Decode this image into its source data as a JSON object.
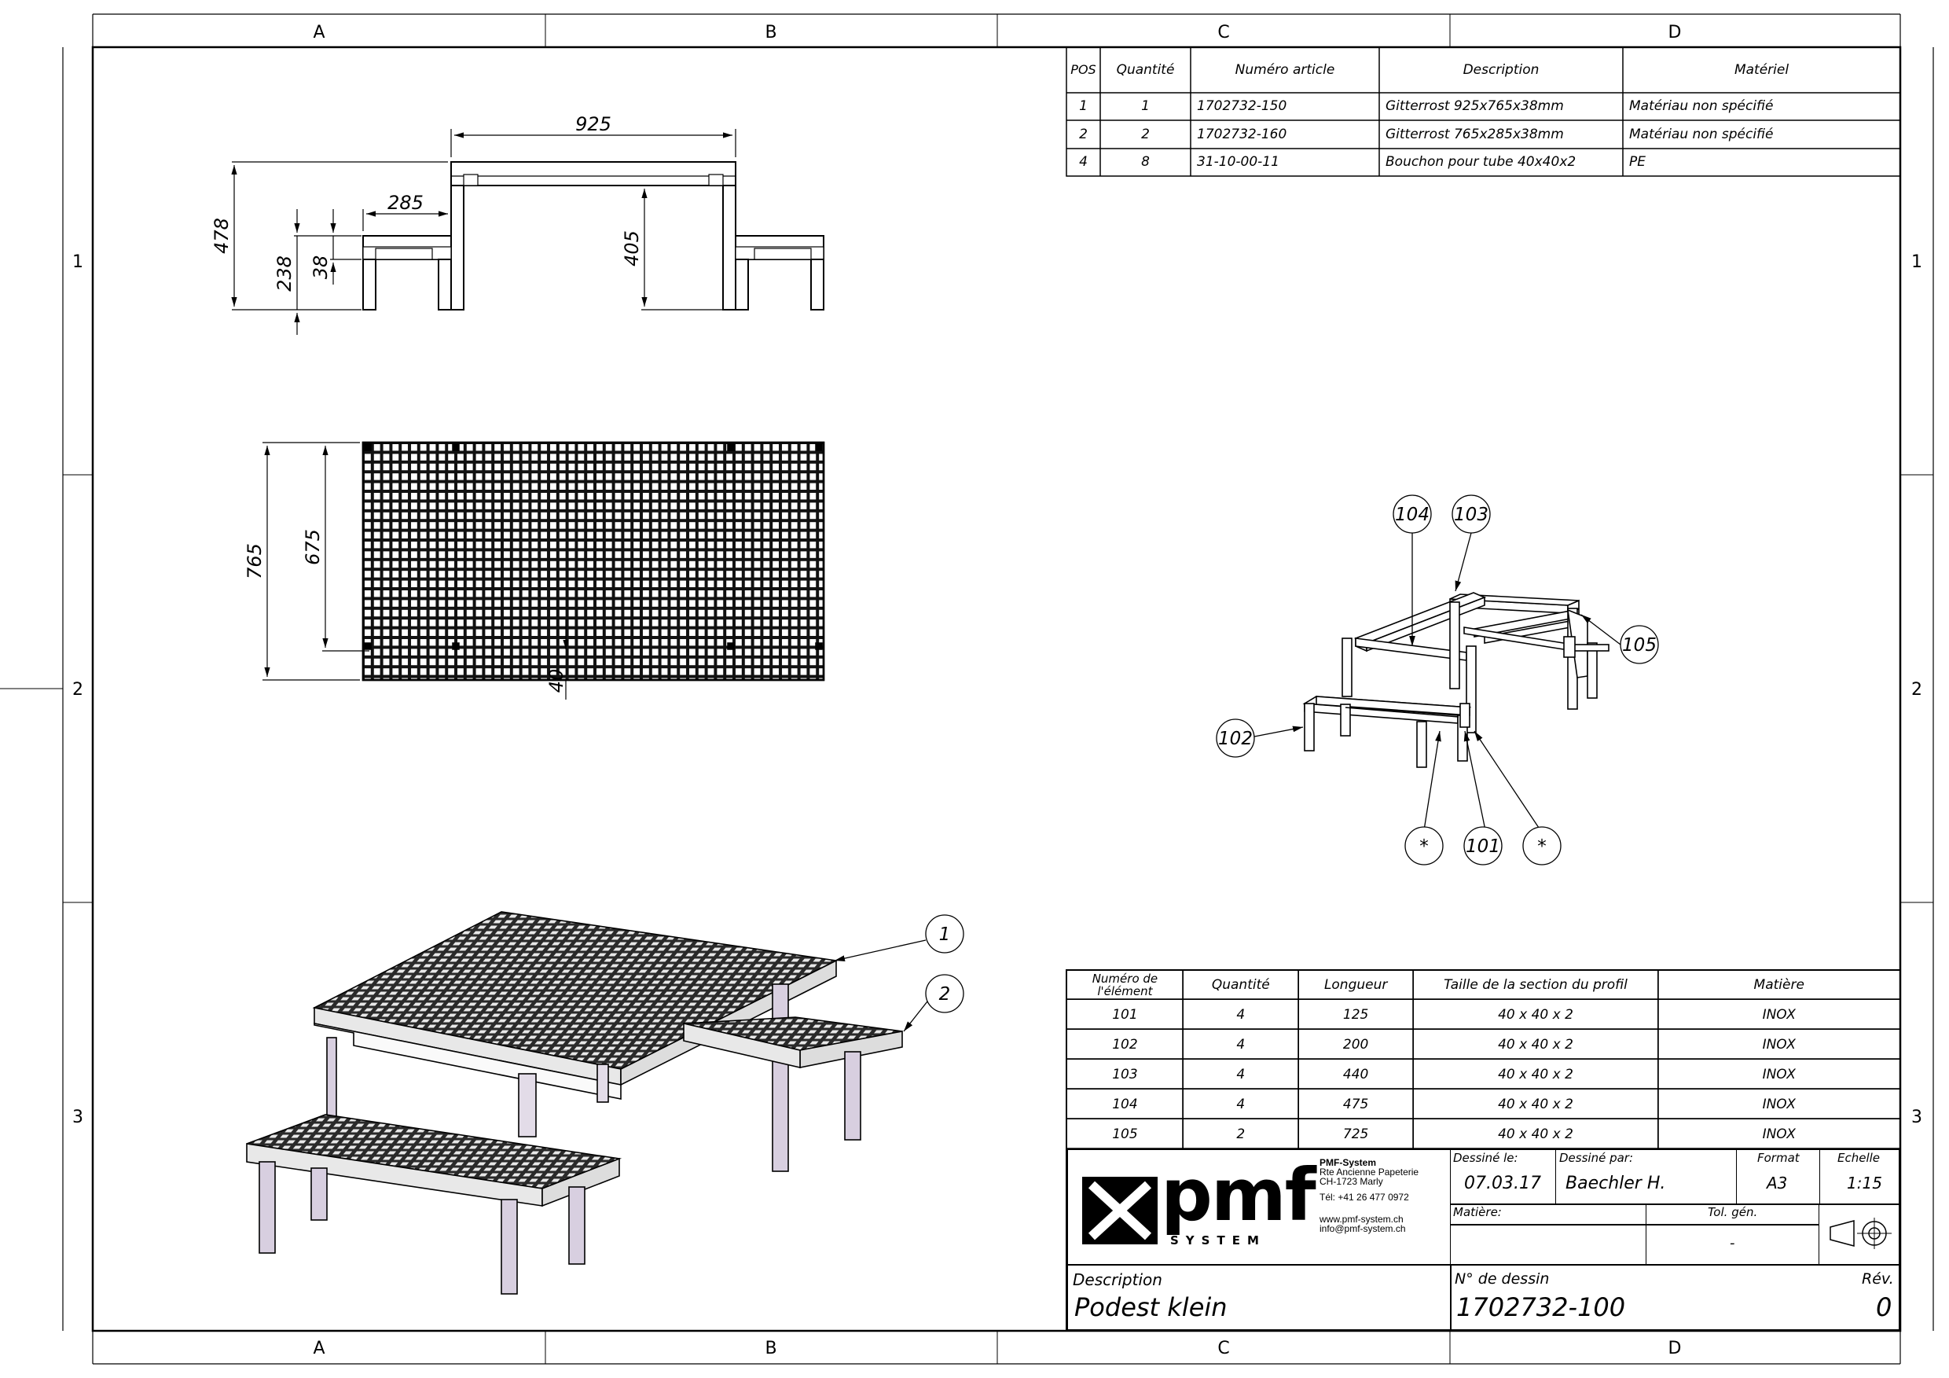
{
  "zones": {
    "columns": [
      "A",
      "B",
      "C",
      "D"
    ],
    "rows": [
      "1",
      "2",
      "3"
    ]
  },
  "views": {
    "side": {
      "d925": "925",
      "d285": "285",
      "d478": "478",
      "d238": "238",
      "d38": "38",
      "d405": "405"
    },
    "top": {
      "d765": "765",
      "d675": "675",
      "d40": "40"
    }
  },
  "balloons": {
    "iso": [
      "1",
      "2"
    ],
    "frame": [
      "104",
      "103",
      "105",
      "102",
      "*",
      "101",
      "*"
    ]
  },
  "bom": {
    "headers": [
      "POS",
      "Quantité",
      "Numéro article",
      "Description",
      "Matériel"
    ],
    "rows": [
      [
        "1",
        "1",
        "1702732-150",
        "Gitterrost 925x765x38mm",
        "Matériau non spécifié"
      ],
      [
        "2",
        "2",
        "1702732-160",
        "Gitterrost 765x285x38mm",
        "Matériau non spécifié"
      ],
      [
        "4",
        "8",
        "31-10-00-11",
        "Bouchon pour tube 40x40x2",
        "PE"
      ]
    ]
  },
  "cutlist": {
    "headers": [
      "Numéro de l'élément",
      "Quantité",
      "Longueur",
      "Taille  de la section du profil",
      "Matière"
    ],
    "rows": [
      [
        "101",
        "4",
        "125",
        "40 x 40 x 2",
        "INOX"
      ],
      [
        "102",
        "4",
        "200",
        "40 x 40 x 2",
        "INOX"
      ],
      [
        "103",
        "4",
        "440",
        "40 x 40 x 2",
        "INOX"
      ],
      [
        "104",
        "4",
        "475",
        "40 x 40 x 2",
        "INOX"
      ],
      [
        "105",
        "2",
        "725",
        "40 x 40 x 2",
        "INOX"
      ]
    ]
  },
  "title_block": {
    "logo_text": "pmf",
    "logo_sub": "SYSTEM",
    "company": "PMF-System",
    "address1": "Rte Ancienne Papeterie",
    "address2": "CH-1723 Marly",
    "phone": "Tél:  +41 26 477 0972",
    "web": "www.pmf-system.ch",
    "email": "info@pmf-system.ch",
    "drawn_on_label": "Dessiné le:",
    "drawn_on": "07.03.17",
    "drawn_by_label": "Dessiné par:",
    "drawn_by": "Baechler H.",
    "format_label": "Format",
    "format": "A3",
    "scale_label": "Echelle",
    "scale": "1:15",
    "material_label": "Matière:",
    "tolerance_label": "Tol. gén.",
    "tolerance": "-",
    "description_label": "Description",
    "description": "Podest klein",
    "drawing_no_label": "N° de dessin",
    "drawing_no": "1702732-100",
    "revision_label": "Rév.",
    "revision": "0"
  }
}
